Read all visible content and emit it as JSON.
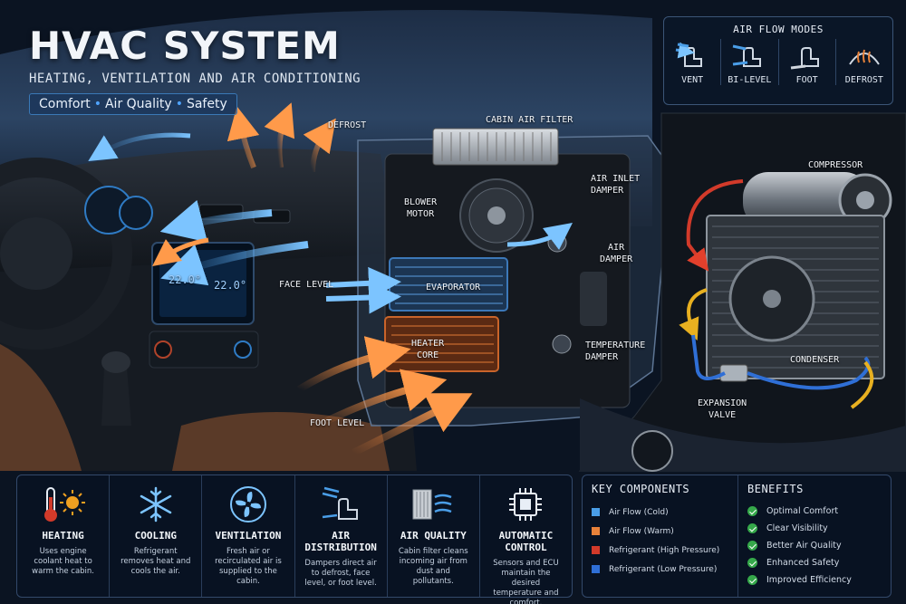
{
  "header": {
    "title": "HVAC SYSTEM",
    "subtitle": "HEATING, VENTILATION AND AIR CONDITIONING",
    "tagline": [
      "Comfort",
      "Air Quality",
      "Safety"
    ]
  },
  "air_flow_modes": {
    "title": "AIR FLOW MODES",
    "modes": [
      {
        "label": "VENT",
        "icon": "seat-vent-icon"
      },
      {
        "label": "BI-LEVEL",
        "icon": "seat-bilevel-icon"
      },
      {
        "label": "FOOT",
        "icon": "seat-foot-icon"
      },
      {
        "label": "DEFROST",
        "icon": "windshield-defrost-icon"
      }
    ]
  },
  "dashboard": {
    "display_left_temp": "22.0°",
    "display_right_temp": "22.0°"
  },
  "callouts": {
    "defrost": "DEFROST",
    "face_level": "FACE LEVEL",
    "foot_level": "FOOT LEVEL",
    "cabin_air_filter": "CABIN AIR FILTER",
    "air_inlet_damper": [
      "AIR INLET",
      "DAMPER"
    ],
    "blower_motor": [
      "BLOWER",
      "MOTOR"
    ],
    "air_damper": [
      "AIR",
      "DAMPER"
    ],
    "evaporator": "EVAPORATOR",
    "heater_core": [
      "HEATER",
      "CORE"
    ],
    "temperature_damper": [
      "TEMPERATURE",
      "DAMPER"
    ],
    "compressor": "COMPRESSOR",
    "condenser": "CONDENSER",
    "expansion_valve": [
      "EXPANSION",
      "VALVE"
    ]
  },
  "features": [
    {
      "title": "HEATING",
      "desc": "Uses engine coolant heat to warm the cabin.",
      "icon": "thermometer-sun-icon"
    },
    {
      "title": "COOLING",
      "desc": "Refrigerant removes heat and cools the air.",
      "icon": "snowflake-icon"
    },
    {
      "title": "VENTILATION",
      "desc": "Fresh air or recirculated air is supplied to the cabin.",
      "icon": "fan-icon"
    },
    {
      "title": "AIR DISTRIBUTION",
      "desc": "Dampers direct air to defrost, face level, or foot level.",
      "icon": "seat-airflow-icon"
    },
    {
      "title": "AIR QUALITY",
      "desc": "Cabin filter cleans incoming air from dust and pollutants.",
      "icon": "filter-icon"
    },
    {
      "title": "AUTOMATIC CONTROL",
      "desc": "Sensors and ECU maintain the desired temperature and comfort.",
      "icon": "chip-icon"
    }
  ],
  "key_components": {
    "title": "KEY COMPONENTS",
    "items": [
      {
        "label": "Air Flow (Cold)",
        "color": "#4a9ee8"
      },
      {
        "label": "Air Flow (Warm)",
        "color": "#e8823a"
      },
      {
        "label": "Refrigerant (High Pressure)",
        "color": "#d23a2a"
      },
      {
        "label": "Refrigerant (Low Pressure)",
        "color": "#2f6fd6"
      }
    ]
  },
  "benefits": {
    "title": "BENEFITS",
    "items": [
      "Optimal Comfort",
      "Clear Visibility",
      "Better Air Quality",
      "Enhanced Safety",
      "Improved Efficiency"
    ]
  },
  "colors": {
    "cold_air": "#4a9ee8",
    "warm_air": "#e8823a",
    "high_pressure": "#d23a2a",
    "low_pressure": "#2f6fd6",
    "accent": "#3a79b7"
  }
}
